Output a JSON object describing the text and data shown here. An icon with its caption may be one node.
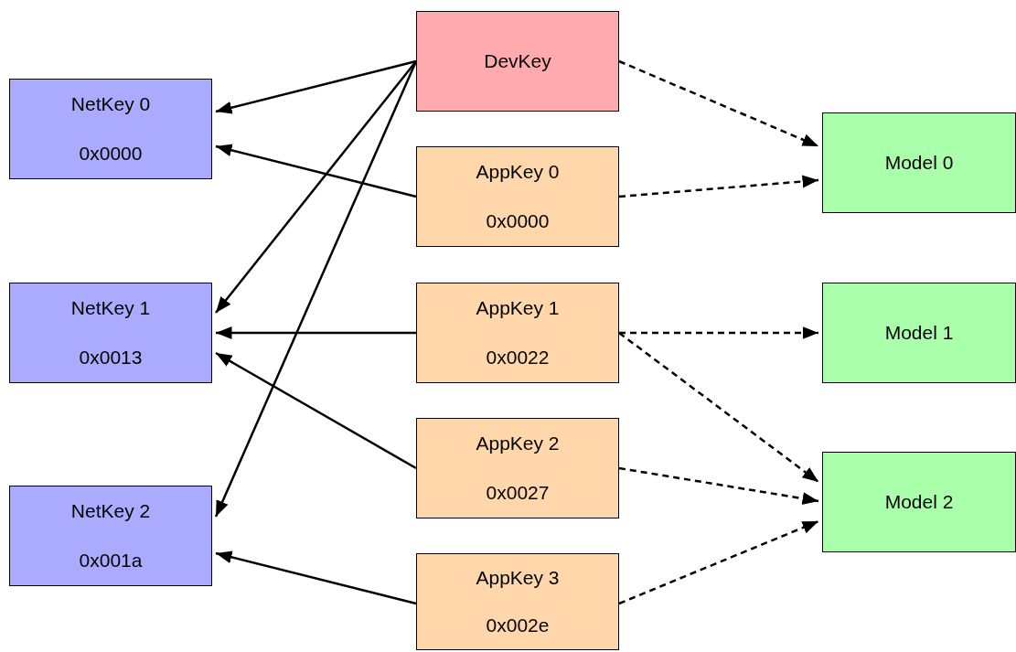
{
  "diagram": {
    "nodes": [
      {
        "text": [
          "NetKey 0",
          "0x0000"
        ]
      },
      {
        "text": [
          "NetKey 1",
          "0x0013"
        ]
      },
      {
        "text": [
          "NetKey 2",
          "0x001a"
        ]
      },
      {
        "text": [
          "DevKey"
        ]
      },
      {
        "text": [
          "AppKey 0",
          "0x0000"
        ]
      },
      {
        "text": [
          "AppKey 1",
          "0x0022"
        ]
      },
      {
        "text": [
          "AppKey 2",
          "0x0027"
        ]
      },
      {
        "text": [
          "AppKey 3",
          "0x002e"
        ]
      },
      {
        "text": [
          "Model 0"
        ]
      },
      {
        "text": [
          "Model 1"
        ]
      },
      {
        "text": [
          "Model 2"
        ]
      }
    ],
    "edges": [
      {
        "from": 3,
        "to": 0,
        "arrow": "to"
      },
      {
        "from": 3,
        "to": 1,
        "arrow": "to"
      },
      {
        "from": 3,
        "to": 2,
        "arrow": "to"
      },
      {
        "from": 4,
        "to": 0,
        "arrow": "to"
      },
      {
        "from": 5,
        "to": 1,
        "arrow": "to"
      },
      {
        "from": 6,
        "to": 1,
        "arrow": "to"
      },
      {
        "from": 7,
        "to": 2,
        "arrow": "to"
      },
      {
        "from": 3,
        "to": 8,
        "arrow": "to",
        "style": "dashed"
      },
      {
        "from": 4,
        "to": 8,
        "arrow": "to",
        "style": "dashed"
      },
      {
        "from": 5,
        "to": 9,
        "arrow": "to",
        "style": "dashed"
      },
      {
        "from": 5,
        "to": 10,
        "arrow": "to",
        "style": "dashed"
      },
      {
        "from": 6,
        "to": 10,
        "arrow": "to",
        "style": "dashed"
      },
      {
        "from": 7,
        "to": 10,
        "arrow": "to",
        "style": "dashed"
      }
    ]
  }
}
